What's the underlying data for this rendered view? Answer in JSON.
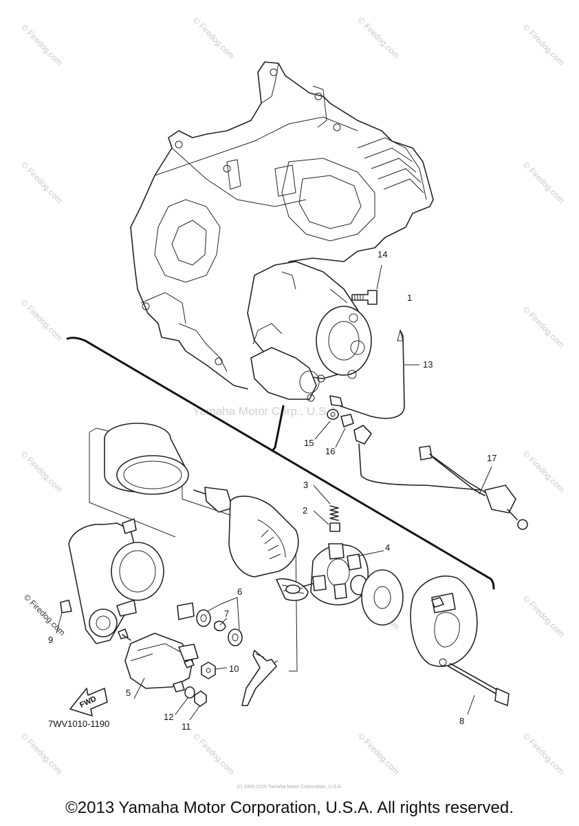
{
  "callouts": [
    {
      "id": "1",
      "label": "1"
    },
    {
      "id": "2",
      "label": "2"
    },
    {
      "id": "3",
      "label": "3"
    },
    {
      "id": "4",
      "label": "4"
    },
    {
      "id": "5",
      "label": "5"
    },
    {
      "id": "6",
      "label": "6"
    },
    {
      "id": "7",
      "label": "7"
    },
    {
      "id": "8",
      "label": "8"
    },
    {
      "id": "9",
      "label": "9"
    },
    {
      "id": "10",
      "label": "10"
    },
    {
      "id": "11",
      "label": "11"
    },
    {
      "id": "12",
      "label": "12"
    },
    {
      "id": "13",
      "label": "13"
    },
    {
      "id": "14",
      "label": "14"
    },
    {
      "id": "15",
      "label": "15"
    },
    {
      "id": "16",
      "label": "16"
    },
    {
      "id": "17",
      "label": "17"
    }
  ],
  "diagram_code": "7WV1010-1190",
  "fwd_label": "FWD",
  "center_watermark": "Yamaha Motor Corp., U.S.A.",
  "watermark_text": "© Firedog.com",
  "tiny_notice": "(c) 2005-2015 Yamaha Motor Corporation, U.S.A.",
  "copyright": "©2013 Yamaha Motor Corporation, U.S.A. All rights reserved."
}
